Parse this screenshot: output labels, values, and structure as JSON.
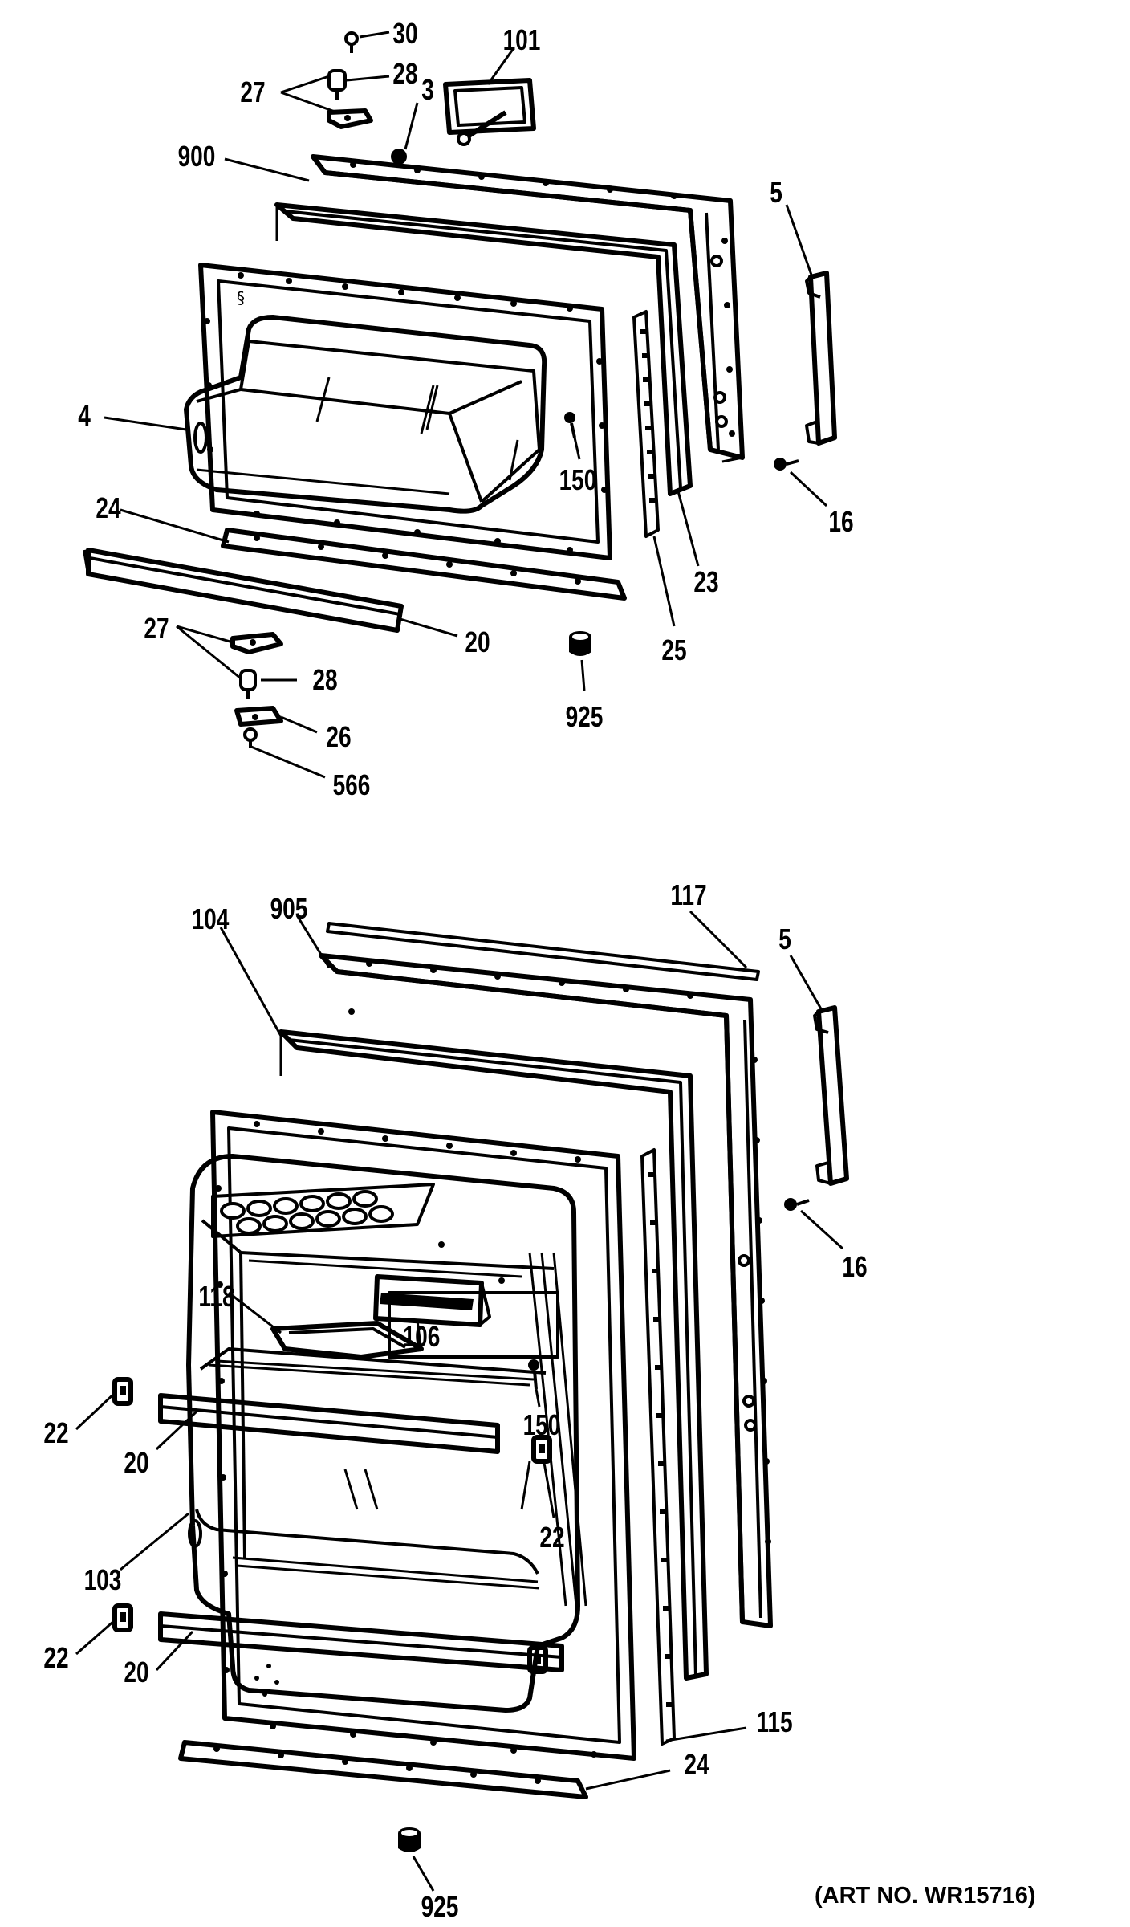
{
  "diagram": {
    "art_number": "(ART NO. WR15716)",
    "callouts": {
      "c30": "30",
      "c28a": "28",
      "c27a": "27",
      "c3": "3",
      "c101": "101",
      "c900": "900",
      "c5a": "5",
      "c4": "4",
      "c150a": "150",
      "c16a": "16",
      "c24a": "24",
      "c23": "23",
      "c20a": "20",
      "c25": "25",
      "c27b": "27",
      "c28b": "28",
      "c26": "26",
      "c925a": "925",
      "c566": "566",
      "c117": "117",
      "c905": "905",
      "c104": "104",
      "c5b": "5",
      "c16b": "16",
      "c118": "118",
      "c106": "106",
      "c150b": "150",
      "c22a": "22",
      "c20b": "20",
      "c22b": "22",
      "c103": "103",
      "c22c": "22",
      "c20c": "20",
      "c115": "115",
      "c24b": "24",
      "c925b": "925"
    }
  }
}
